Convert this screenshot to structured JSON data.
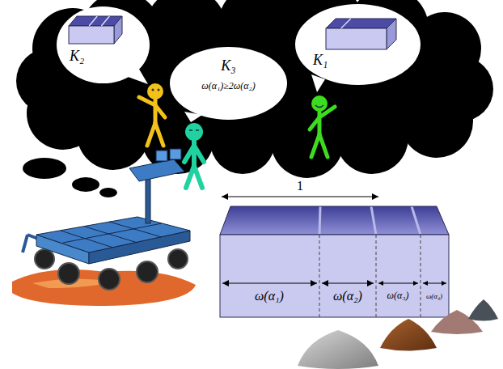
{
  "diagram": {
    "nodes": [
      {
        "text": [
          "K₂"
        ]
      },
      {
        "text": [
          "K₃",
          "ω(α₁)≥2ω(α₂)"
        ]
      },
      {
        "text": [
          "K₁"
        ]
      }
    ],
    "labels": [
      "1",
      "ω(α₁)",
      "ω(α₂)",
      "ω(α₃)",
      "ω(α₄)"
    ]
  }
}
